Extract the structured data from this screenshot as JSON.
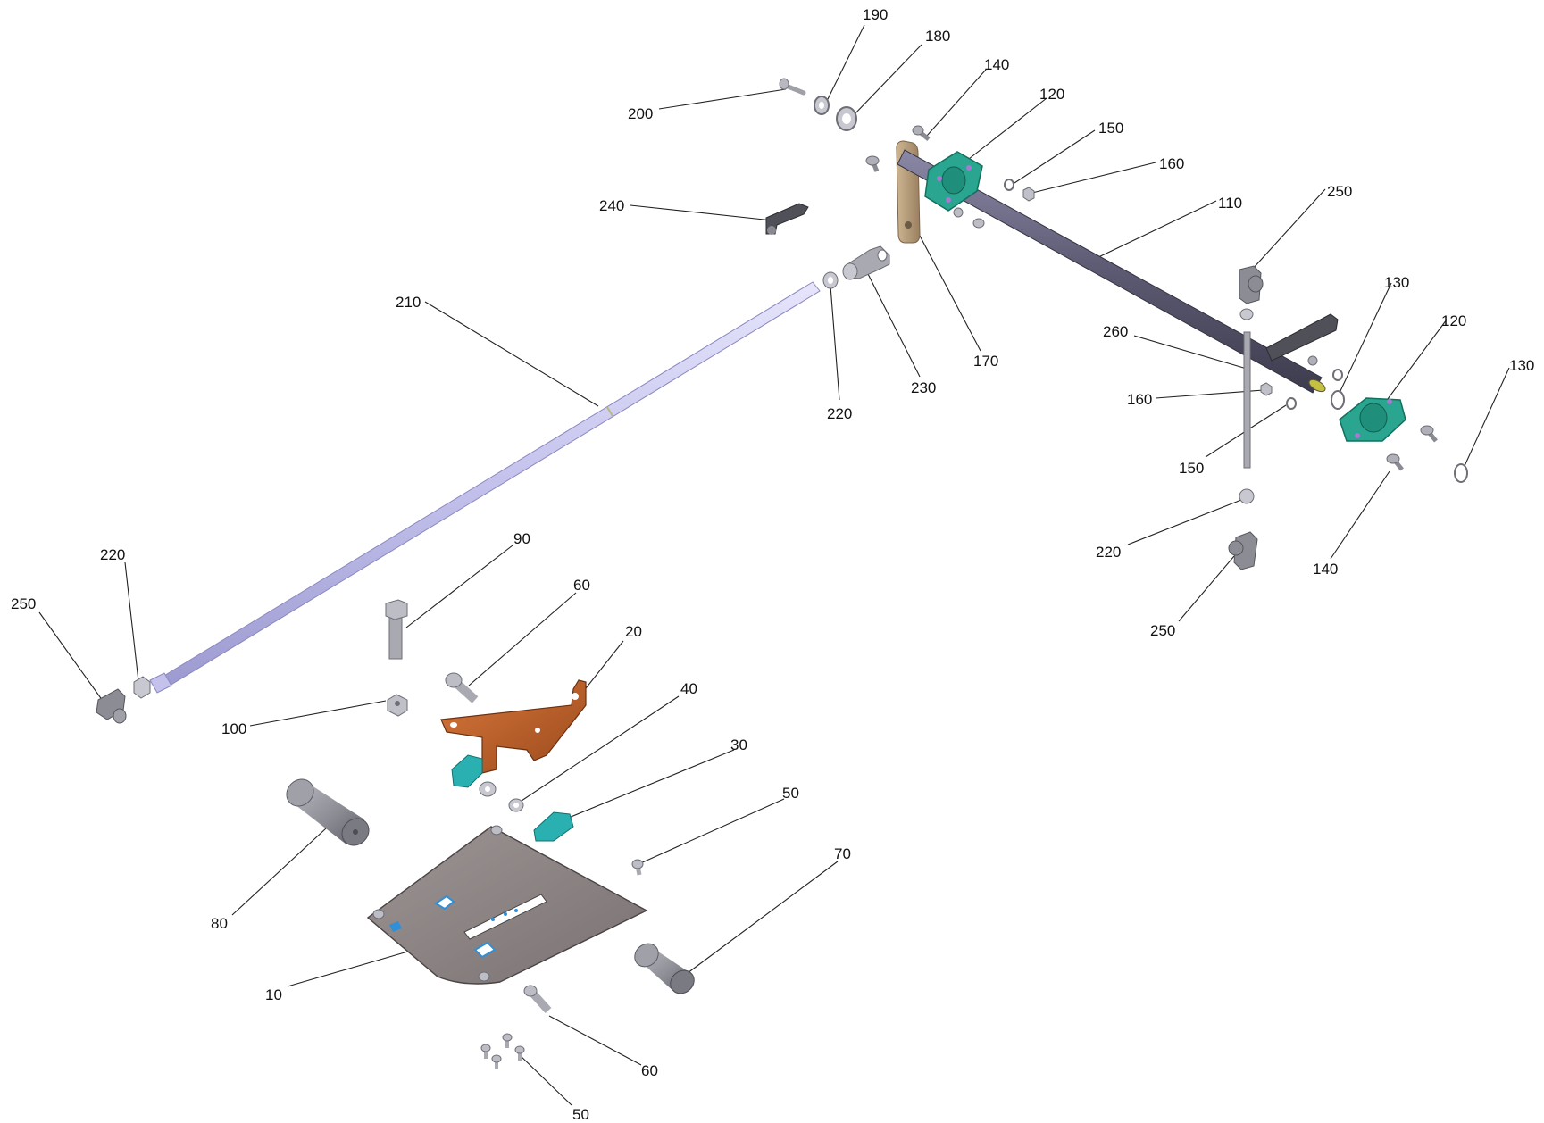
{
  "diagram": {
    "type": "exploded-parts-view",
    "colors": {
      "shaft_110": "#5c5a72",
      "rod_210": "#c4c2ec",
      "bracket_20": "#c0612a",
      "bearing_120": "#2aa58f",
      "block_30": "#2ab0b0",
      "plate_10": "#8a8282",
      "roller": "#8c8c94",
      "link_170": "#b49a78",
      "hardware": "#a9a9b1",
      "accent_blue": "#2f8fd8",
      "lever_dark": "#505058"
    },
    "callouts": [
      {
        "id": "c190",
        "label": "190"
      },
      {
        "id": "c180",
        "label": "180"
      },
      {
        "id": "c140a",
        "label": "140"
      },
      {
        "id": "c120a",
        "label": "120"
      },
      {
        "id": "c200",
        "label": "200"
      },
      {
        "id": "c150a",
        "label": "150"
      },
      {
        "id": "c160a",
        "label": "160"
      },
      {
        "id": "c250a",
        "label": "250"
      },
      {
        "id": "c240",
        "label": "240"
      },
      {
        "id": "c110",
        "label": "110"
      },
      {
        "id": "c130a",
        "label": "130"
      },
      {
        "id": "c120b",
        "label": "120"
      },
      {
        "id": "c210",
        "label": "210"
      },
      {
        "id": "c260",
        "label": "260"
      },
      {
        "id": "c170",
        "label": "170"
      },
      {
        "id": "c130b",
        "label": "130"
      },
      {
        "id": "c230",
        "label": "230"
      },
      {
        "id": "c160b",
        "label": "160"
      },
      {
        "id": "c220a",
        "label": "220"
      },
      {
        "id": "c150b",
        "label": "150"
      },
      {
        "id": "c220b",
        "label": "220"
      },
      {
        "id": "c140b",
        "label": "140"
      },
      {
        "id": "c90",
        "label": "90"
      },
      {
        "id": "c220c",
        "label": "220"
      },
      {
        "id": "c60a",
        "label": "60"
      },
      {
        "id": "c250b",
        "label": "250"
      },
      {
        "id": "c250c",
        "label": "250"
      },
      {
        "id": "c20",
        "label": "20"
      },
      {
        "id": "c100",
        "label": "100"
      },
      {
        "id": "c40",
        "label": "40"
      },
      {
        "id": "c30",
        "label": "30"
      },
      {
        "id": "c50a",
        "label": "50"
      },
      {
        "id": "c70",
        "label": "70"
      },
      {
        "id": "c80",
        "label": "80"
      },
      {
        "id": "c10",
        "label": "10"
      },
      {
        "id": "c60b",
        "label": "60"
      },
      {
        "id": "c50b",
        "label": "50"
      }
    ]
  }
}
